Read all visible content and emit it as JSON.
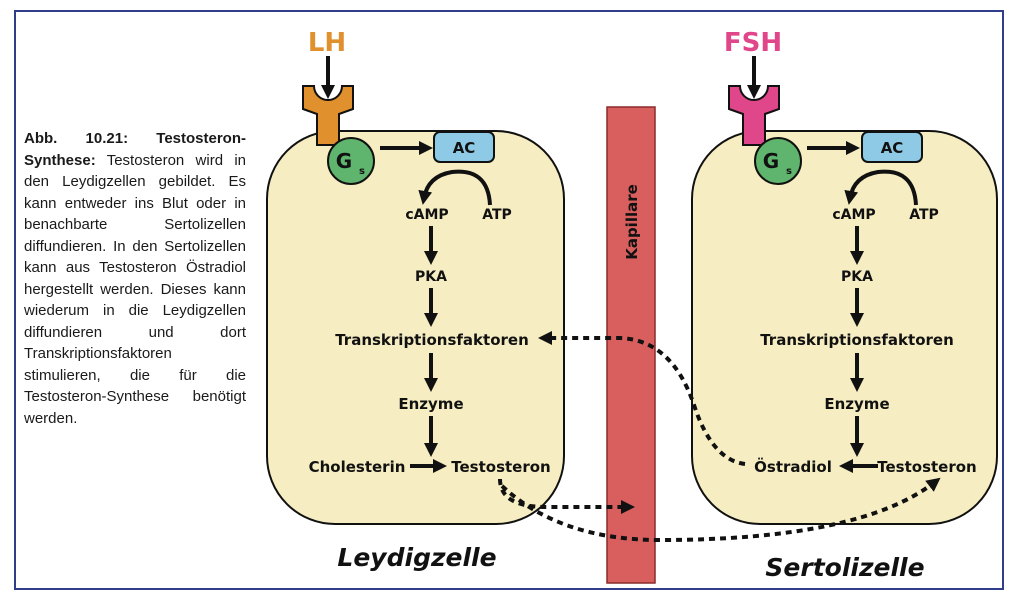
{
  "caption": {
    "title": "Abb. 10.21: Testosteron-Synthese:",
    "text": "Testosteron wird in den Leydigzellen gebildet. Es kann entweder ins Blut oder in benachbarte Sertolizellen diffundieren. In den Sertolizellen kann aus Testosteron Östradiol hergestellt werden. Dieses kann wiederum in die Leydigzellen diffundieren und dort Transkriptionsfaktoren stimulieren, die für die Testosteron-Synthese benötigt werden."
  },
  "leydig": {
    "hormone": "LH",
    "gs": "G",
    "gs_sub": "s",
    "ac": "AC",
    "camp": "cAMP",
    "atp": "ATP",
    "pka": "PKA",
    "tf": "Transkriptionsfaktoren",
    "enzyme": "Enzyme",
    "cholesterin": "Cholesterin",
    "testosteron": "Testosteron",
    "cell_label": "Leydigzelle"
  },
  "sertoli": {
    "hormone": "FSH",
    "gs": "G",
    "gs_sub": "s",
    "ac": "AC",
    "camp": "cAMP",
    "atp": "ATP",
    "pka": "PKA",
    "tf": "Transkriptionsfaktoren",
    "enzyme": "Enzyme",
    "oestradiol": "Östradiol",
    "testosteron": "Testosteron",
    "cell_label": "Sertolizelle"
  },
  "capillary": {
    "label": "Kapillare"
  },
  "colors": {
    "cell_fill": "#f6eec2",
    "lh": "#e0902c",
    "fsh": "#e0468a",
    "gs_fill": "#5fb56e",
    "ac_fill": "#8ecae6",
    "capillary": "#d95f5f",
    "frame": "#2f3d8a"
  }
}
